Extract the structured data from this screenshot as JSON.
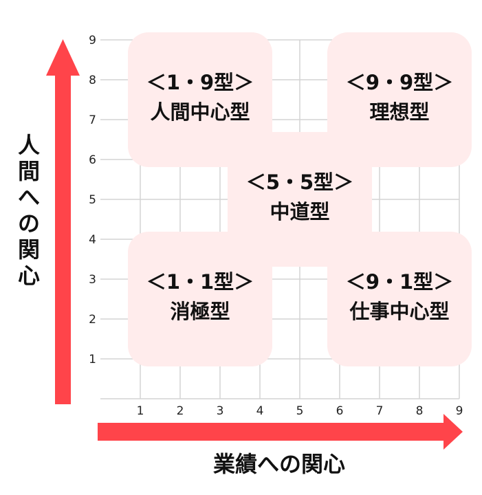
{
  "colors": {
    "arrow": "#FF444A",
    "box": "#FFECEC",
    "grid": "#D4D4D4"
  },
  "axes": {
    "x_title": "業績への関心",
    "y_title": [
      "人",
      "間",
      "へ",
      "の",
      "関",
      "心"
    ],
    "x_ticks": [
      "1",
      "2",
      "3",
      "4",
      "5",
      "6",
      "7",
      "8",
      "9"
    ],
    "y_ticks": [
      "1",
      "2",
      "3",
      "4",
      "5",
      "6",
      "7",
      "8",
      "9"
    ]
  },
  "boxes": [
    {
      "id": "1-9",
      "type": "＜1・9型＞",
      "name": "人間中心型",
      "cx": 2.5,
      "cy": 7.5
    },
    {
      "id": "9-9",
      "type": "＜9・9型＞",
      "name": "理想型",
      "cx": 7.5,
      "cy": 7.5
    },
    {
      "id": "5-5",
      "type": "＜5・5型＞",
      "name": "中道型",
      "cx": 5,
      "cy": 5
    },
    {
      "id": "1-1",
      "type": "＜1・1型＞",
      "name": "消極型",
      "cx": 2.5,
      "cy": 2.5
    },
    {
      "id": "9-1",
      "type": "＜9・1型＞",
      "name": "仕事中心型",
      "cx": 7.5,
      "cy": 2.5
    }
  ]
}
